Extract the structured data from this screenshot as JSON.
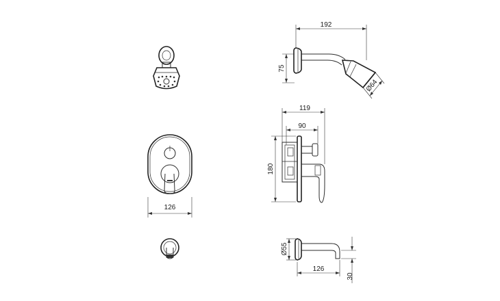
{
  "dimensions": {
    "shower_arm_length": "192",
    "shower_arm_height": "75",
    "shower_head_diameter": "Ø64",
    "mixer_total_depth": "119",
    "mixer_body_depth": "90",
    "mixer_plate_height": "180",
    "plate_width": "126",
    "spout_diameter": "Ø55",
    "spout_length": "126",
    "spout_height": "30"
  },
  "colors": {
    "line": "#2b2b2b",
    "background": "#ffffff"
  }
}
